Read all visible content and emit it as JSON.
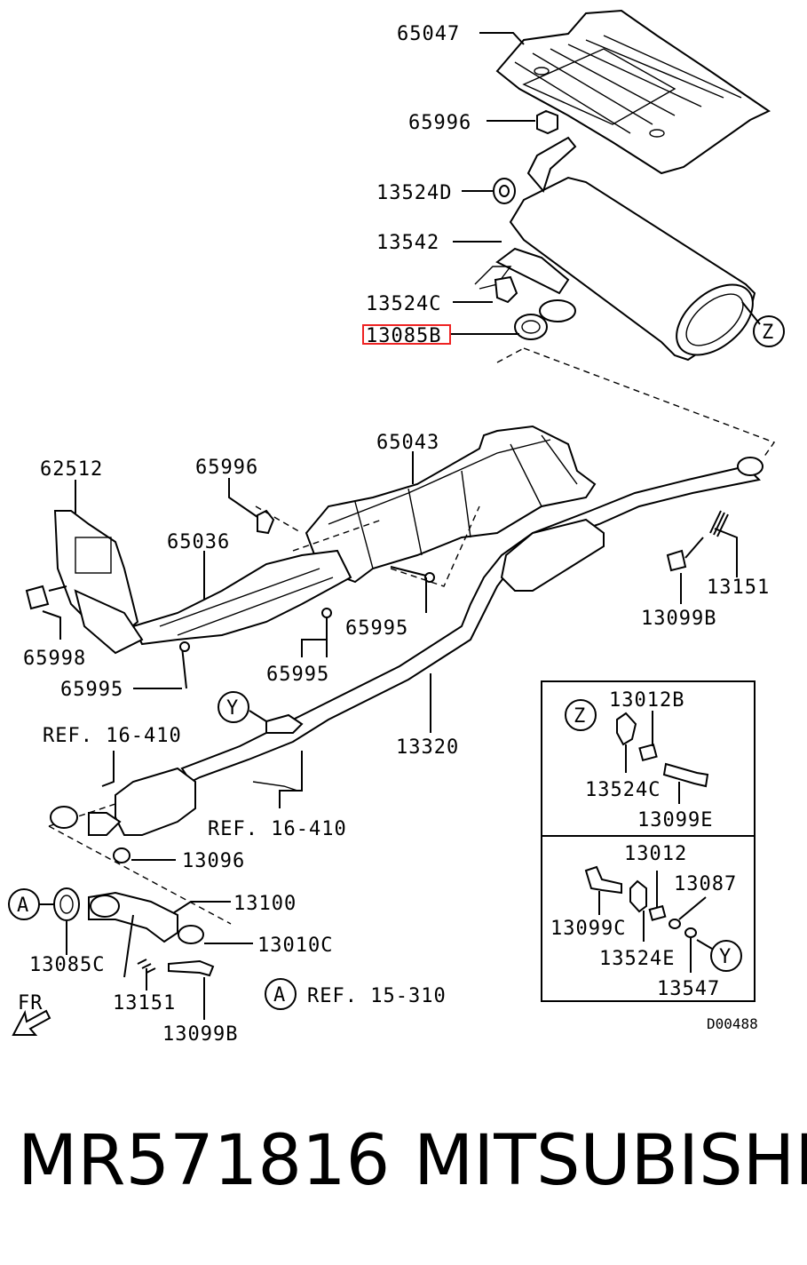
{
  "labels": {
    "l65047": "65047",
    "l65996a": "65996",
    "l13524D": "13524D",
    "l13542": "13542",
    "l13524Ca": "13524C",
    "l13085B": "13085B",
    "l65043": "65043",
    "l62512": "62512",
    "l65996b": "65996",
    "l65036": "65036",
    "l65998": "65998",
    "l65995a": "65995",
    "l65995b": "65995",
    "l65995c": "65995",
    "l13151a": "13151",
    "l13099Ba": "13099B",
    "l13320": "13320",
    "ref1": "REF. 16-410",
    "ref2": "REF. 16-410",
    "l13096": "13096",
    "l13100": "13100",
    "l13010C": "13010C",
    "l13085C": "13085C",
    "l13151b": "13151",
    "l13099Bb": "13099B",
    "ref3": "REF. 15-310",
    "fr": "FR",
    "l13012B": "13012B",
    "l13524Cb": "13524C",
    "l13099E": "13099E",
    "l13012": "13012",
    "l13087": "13087",
    "l13099C": "13099C",
    "l13524E": "13524E",
    "l13547": "13547",
    "code": "D00488"
  },
  "callouts": {
    "Z1": "Z",
    "Z2": "Z",
    "Y1": "Y",
    "Y2": "Y",
    "A1": "A",
    "A2": "A"
  },
  "highlight_color": "#e22222",
  "footer": {
    "part_number": "MR571816",
    "brand": "MITSUBISHI"
  }
}
